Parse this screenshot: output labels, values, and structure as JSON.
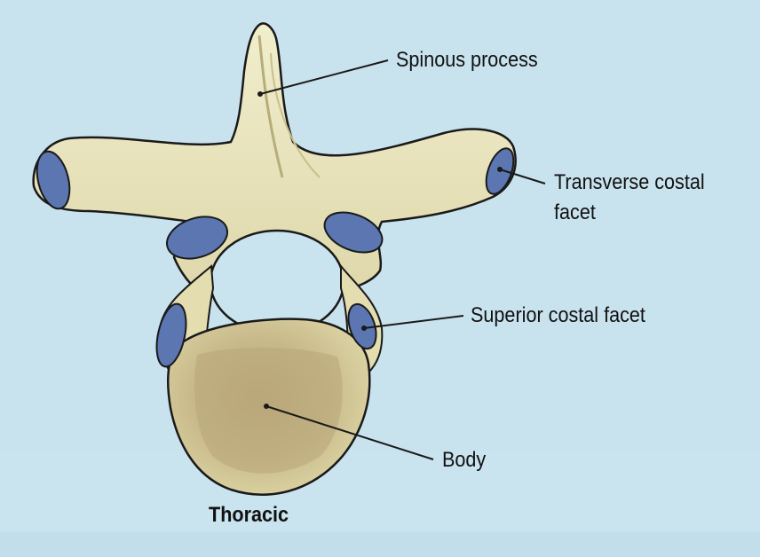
{
  "diagram": {
    "caption": "Thoracic",
    "labels": {
      "spinous_process": "Spinous process",
      "transverse_costal_facet_line1": "Transverse costal",
      "transverse_costal_facet_line2": "facet",
      "superior_costal_facet": "Superior costal facet",
      "body": "Body"
    }
  },
  "colors": {
    "background": "#c9e3ef",
    "bone": "#e9e5bf",
    "bone_shade": "#cfc892",
    "facet": "#5b76b0",
    "outline": "#1a1a1a",
    "body_center": "#b9a77a"
  }
}
